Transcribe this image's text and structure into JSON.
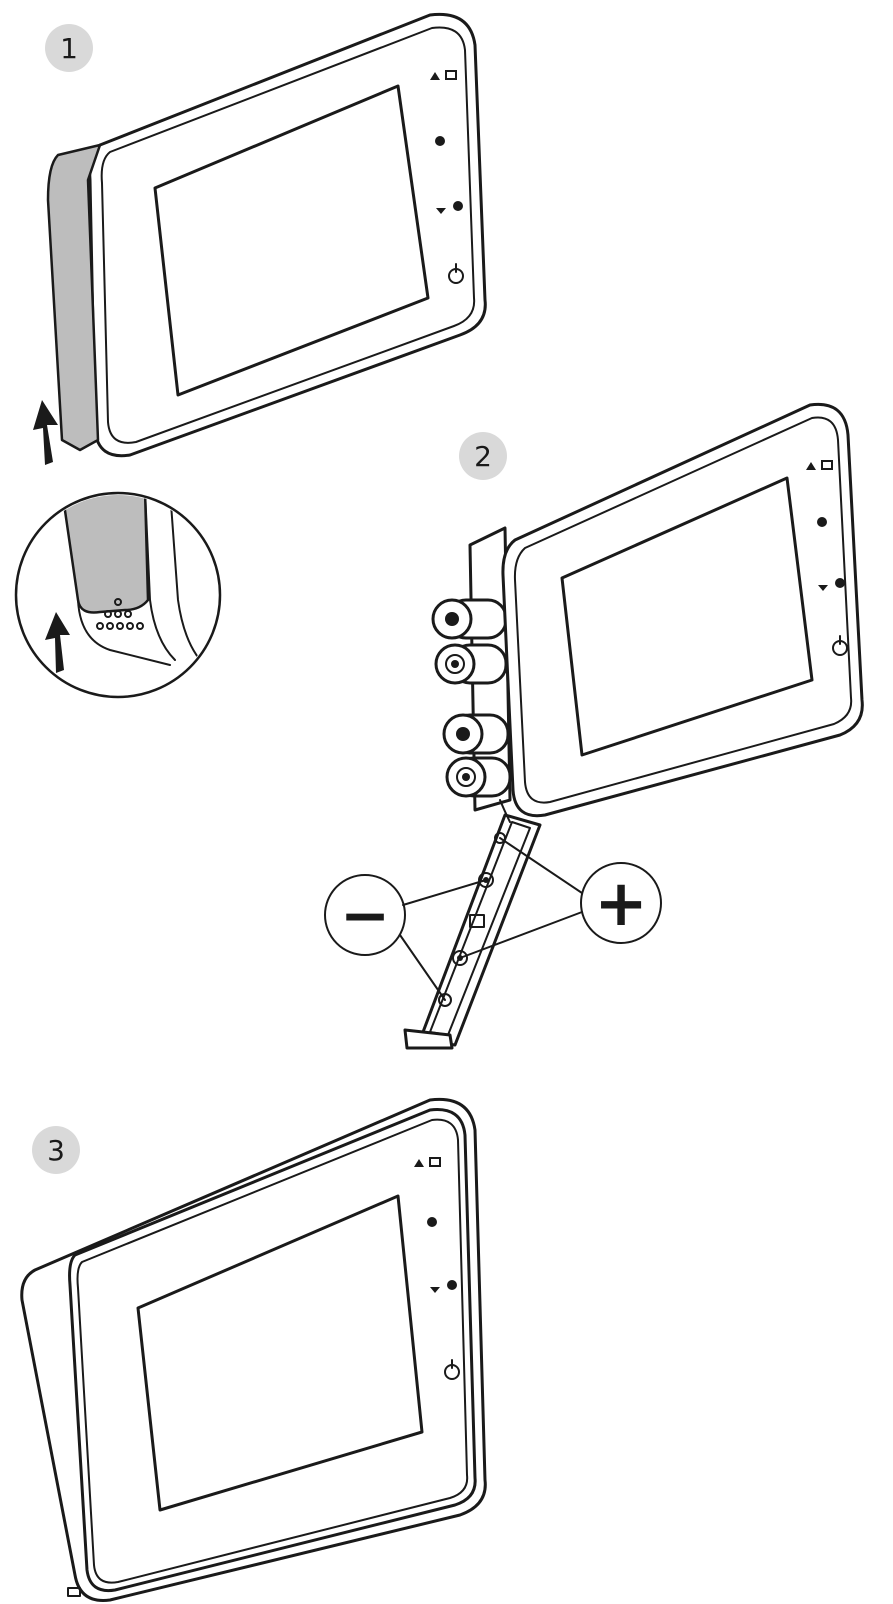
{
  "steps": [
    {
      "number": "1"
    },
    {
      "number": "2"
    },
    {
      "number": "3"
    }
  ],
  "polarity": {
    "negative": "−",
    "positive": "+"
  },
  "colors": {
    "line": "#1a1a1a",
    "badge": "#d9d9d9",
    "cover": "#bdbdbd"
  },
  "icons": [
    "up-arrow-icon",
    "power-icon",
    "record-button-icon",
    "volume-icon",
    "battery-icon"
  ]
}
